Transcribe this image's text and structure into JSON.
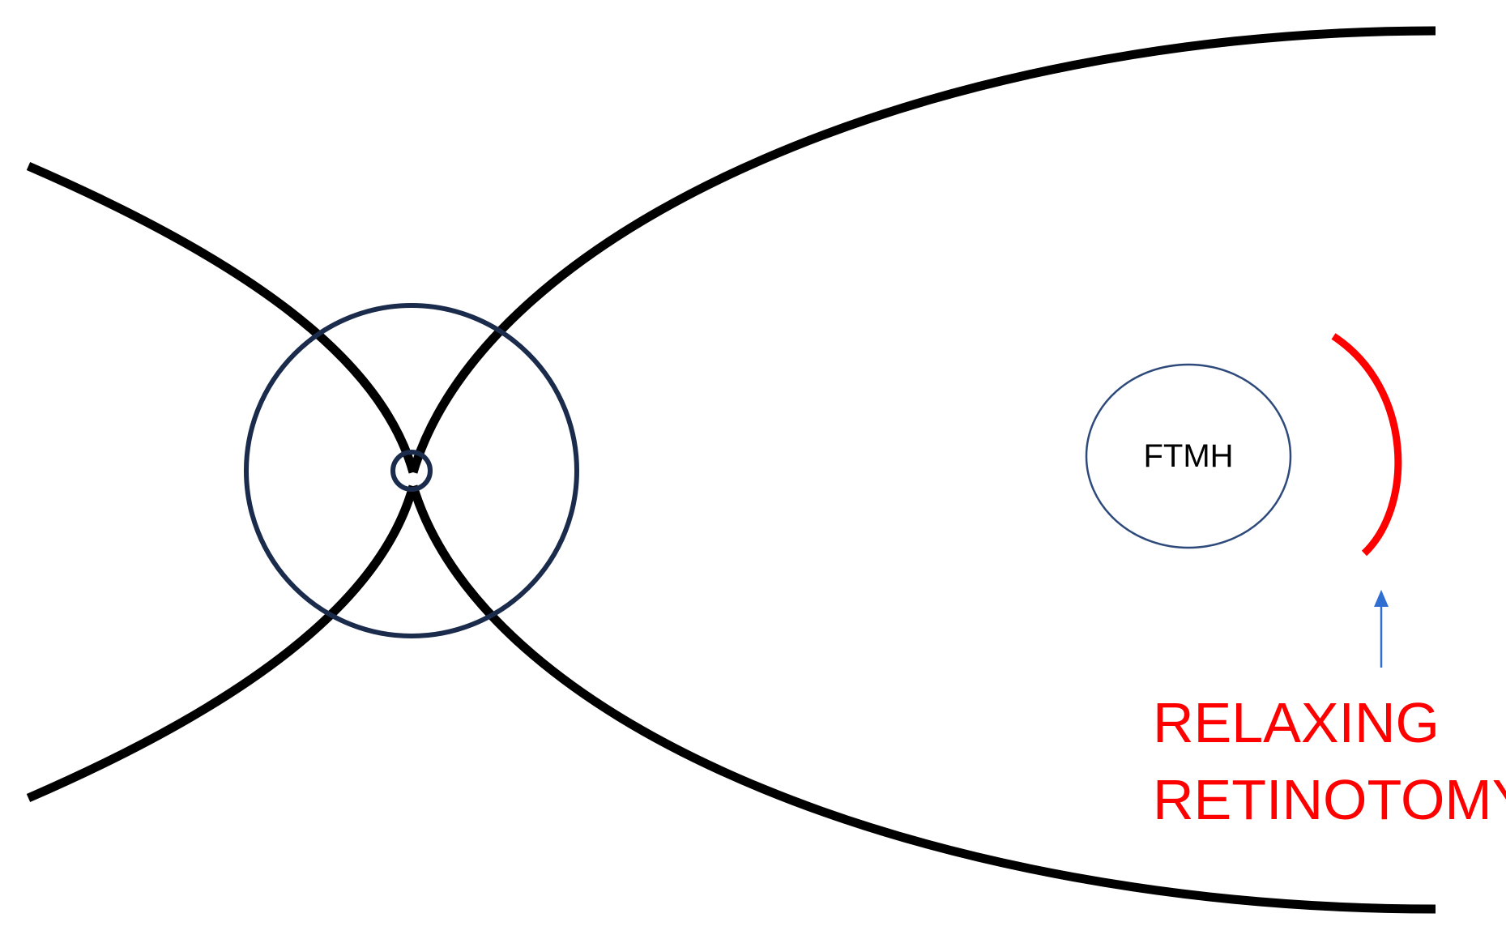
{
  "labels": {
    "ftmh": "FTMH",
    "relaxing_retinotomy_line1": "RELAXING",
    "relaxing_retinotomy_line2": "RETINOTOMY"
  },
  "colors": {
    "background": "#ffffff",
    "vessel_arcades": "#000000",
    "optic_disc_circle": "#1a2b4c",
    "ftmh_circle": "#2e4a7a",
    "ftmh_text": "#000000",
    "retinotomy": "#ff0000",
    "arrow": "#2f6fd1"
  },
  "icons": {
    "arrow": "arrow-up-icon"
  }
}
